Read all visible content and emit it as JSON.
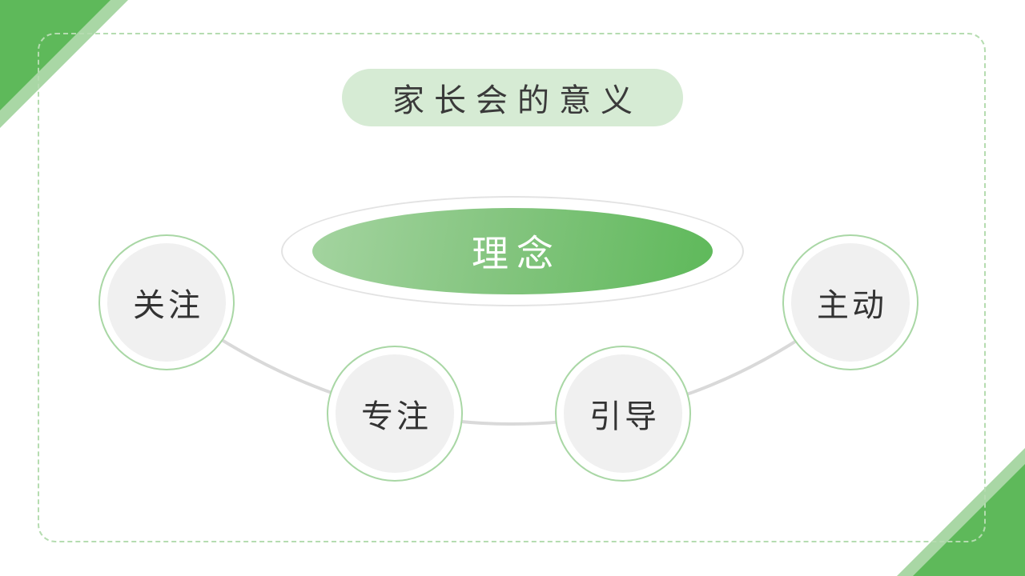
{
  "title": "家长会的意义",
  "center": {
    "label": "理念"
  },
  "nodes": [
    {
      "label": "关注"
    },
    {
      "label": "专注"
    },
    {
      "label": "引导"
    },
    {
      "label": "主动"
    }
  ],
  "colors": {
    "accent_green": "#5eb95a",
    "light_green": "#d6ebd4",
    "frame_green": "#b5dcb0",
    "node_fill": "#f0f0f0",
    "connector": "#d9d9d9"
  }
}
